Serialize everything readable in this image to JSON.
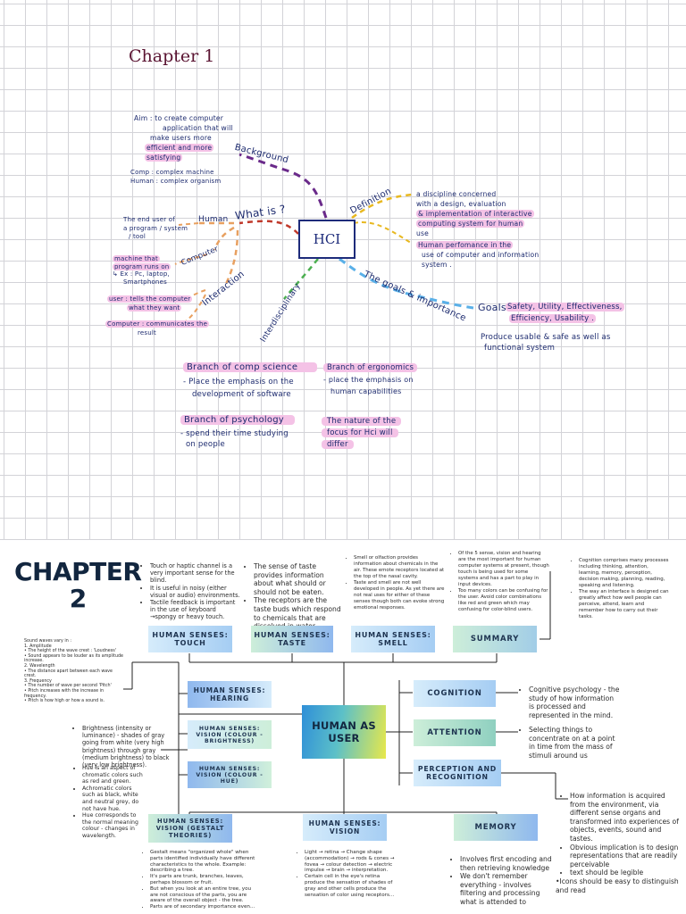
{
  "chapter1": {
    "title": "Chapter 1",
    "center": "HCI",
    "branches": {
      "background": "Background",
      "what_is": "What is ?",
      "definition": "Definition",
      "goals": "The goals & importance",
      "interdisciplinary": "Interdisciplinary",
      "human": "Human",
      "computer": "Computer",
      "interaction": "Interaction"
    },
    "aim": [
      "Aim : to create computer",
      "application that will",
      "make users more",
      "efficient and more",
      "satisfying"
    ],
    "comp_human": [
      "Comp : complex machine",
      "Human : complex organism"
    ],
    "definition_text": [
      "a discipline concerned",
      "with a design, evaluation",
      "& implementation of interactive",
      "computing system for human",
      "use"
    ],
    "human_perf": [
      "Human perfomance in the",
      "use of computer and information",
      "system ."
    ],
    "end_user": [
      "The end user of",
      "a program / system",
      "/ tool"
    ],
    "machine": [
      "machine that",
      "program runs on",
      "↳ Ex : Pc, laptop,",
      "Smartphones"
    ],
    "user_tells": [
      "user : tells the computer",
      "what they want"
    ],
    "computer_comm": [
      "Computer : communicates the",
      "result"
    ],
    "goals_label": "Goals",
    "goals": [
      "Safety, Utility, Effectiveness,",
      "Efficiency, Usability ."
    ],
    "produce": [
      "Produce usable & safe as well as",
      "functional system"
    ],
    "comp_science": "Branch of comp science",
    "comp_science_sub": [
      "- Place the emphasis on the",
      "development of software"
    ],
    "psychology": "Branch of psychology",
    "psychology_sub": [
      "- spend their time studying",
      "on people"
    ],
    "ergonomics": "Branch of ergonomics",
    "ergonomics_sub": [
      "- place the emphasis on",
      "human capabilities"
    ],
    "nature": [
      "The nature of the",
      "focus for Hci will",
      "differ"
    ]
  },
  "chapter2": {
    "title_line1": "CHAPTER",
    "title_line2": "2",
    "center": "HUMAN AS USER",
    "boxes": {
      "touch": "HUMAN SENSES: TOUCH",
      "taste": "HUMAN SENSES: TASTE",
      "smell": "HUMAN SENSES: SMELL",
      "summary": "SUMMARY",
      "hearing": "HUMAN SENSES: HEARING",
      "vision_brightness": "HUMAN SENSES: VISION (COLOUR - BRIGHTNESS)",
      "vision_hue": "HUMAN SENSES: VISION (COLOUR - HUE)",
      "gestalt": "HUMAN SENSES: VISION (GESTALT THEORIES)",
      "vision": "HUMAN SENSES: VISION",
      "cognition": "COGNITION",
      "attention": "ATTENTION",
      "perception": "PERCEPTION AND RECOGNITION",
      "memory": "MEMORY"
    },
    "touch_notes": [
      "Touch or haptic channel is a very important sense for the blind.",
      "It is useful in noisy (either visual or audio) environments.",
      "Tactile feedback is important in the use of keyboard →spongy or heavy touch."
    ],
    "taste_notes": [
      "The sense of taste provides information about what should or should not be eaten.",
      "The receptors are the taste buds which respond to chemicals that are dissolved in water."
    ],
    "smell_notes": [
      "Smell or olfaction provides information about chemicals in the air. These emote receptors located at the top of the nasal cavity.",
      "Taste and smell are not well developed in people. As yet there are not real uses for either of these senses though both can evoke strong emotional responses."
    ],
    "summary_notes": [
      "Of the 5 sense, vision and hearing are the most important for human computer systems at present, though touch is being used for some systems and has a part to play in input devices.",
      "Too many colors can be confusing for the user. Avoid color combinations like red and green which may confusing for color-blind users."
    ],
    "cognition_top": [
      "Cognition comprises many processes including thinking, attention, learning, memory, perception, decision making, planning, reading, speaking and listening.",
      "The way an interface is designed can greatly affect how well people can perceive, attend, learn and remember how to carry out their tasks."
    ],
    "hearing_notes": [
      "Sound waves vary in :",
      "1. Amplitude",
      "• The height of the wave crest : 'Loudness'",
      "• Sound appears to be louder as its amplitude increase.",
      "2. Wavelength",
      "• The distance apart between each wave crest.",
      "3. Frequency",
      "• The number of wave per second 'Pitch'",
      "• Pitch increases with the increase in frequency.",
      "• Pitch is how high or how a sound is."
    ],
    "brightness_notes": [
      "Brightness (intensity or luminance) - shades of gray going from white (very high brightness) through gray (medium brightness) to black (very low brightness)."
    ],
    "hue_notes": [
      "Hue is an aspect of chromatic colors such as red and green.",
      "Achromatic colors such as black, white and neutral grey, do not have hue.",
      "Hue corresponds to the normal meaning colour - changes in wavelength."
    ],
    "cognition_notes": [
      "Cognitive psychology - the study of how information is processed and represented in the mind."
    ],
    "attention_notes": [
      "Selecting things to concentrate on at a point in time from the mass of stimuli around us"
    ],
    "perception_notes": [
      "How information is acquired from the environment, via different sense organs and transformed into experiences of objects, events, sound and tastes.",
      "Obvious implication is to design representations that are readily perceivable",
      "text should be legible",
      "•Icons should be easy to distinguish and read"
    ],
    "gestalt_notes": [
      "Gestalt means \"organized whole\" when parts identified individually have different characteristics to the whole. Example: describing a tree.",
      "It's parts are trunk, branches, leaves, perhaps blossom or fruit.",
      "But when you look at an entire tree, you are not conscious of the parts, you are aware of the overall object - the tree.",
      "Parts are of secondary importance even..."
    ],
    "vision_notes": [
      "Light → retina → Change shape (accommodation) → rods & cones → fovea → colour detection → electric impulse → brain → interpretation.",
      "Certain cell in the eye's retina produce the sensation of shades of gray and other cells produce the sensation of color using receptors..."
    ],
    "memory_notes": [
      "Involves first encoding and then retrieving knowledge",
      "We don't remember everything - involves filtering and processing what is attended to"
    ]
  },
  "colors": {
    "ink": "#1c2a6e",
    "highlight": "#f4c2e6",
    "chapter1_title": "#5a1432",
    "chapter2_title": "#12263f",
    "box_blue": "#a5cdf3",
    "box_green": "#cdeed9"
  }
}
